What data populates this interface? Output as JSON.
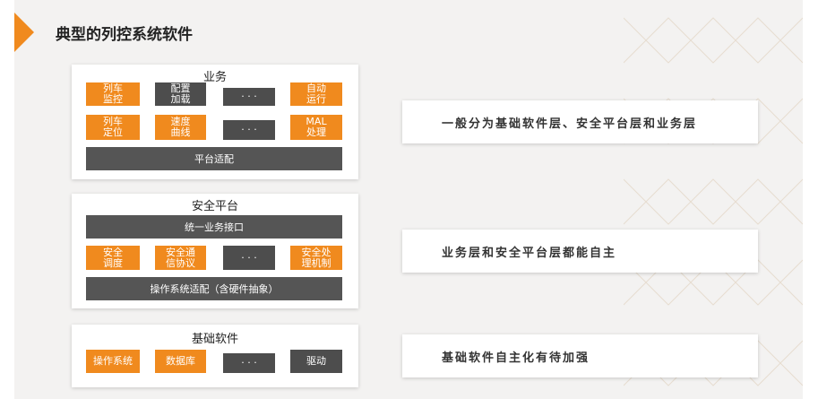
{
  "title": "典型的列控系统软件",
  "colors": {
    "accent": "#f08a1e",
    "dark": "#4d4d4d",
    "background": "#f3f2f1"
  },
  "layers": {
    "business": {
      "title": "业务",
      "modules": [
        "列车\n监控",
        "配置\n加载",
        "· · ·",
        "自动\n运行",
        "列车\n定位",
        "速度\n曲线",
        "· · ·",
        "MAL\n处理"
      ],
      "bar": "平台适配"
    },
    "safety": {
      "title": "安全平台",
      "top_bar": "统一业务接口",
      "modules": [
        "安全\n调度",
        "安全通\n信协议",
        "· · ·",
        "安全处\n理机制"
      ],
      "bottom_bar": "操作系统适配（含硬件抽象）"
    },
    "base": {
      "title": "基础软件",
      "modules": [
        "操作系统",
        "数据库",
        "· · ·",
        "驱动"
      ]
    }
  },
  "notes": [
    "一般分为基础软件层、安全平台层和业务层",
    "业务层和安全平台层都能自主",
    "基础软件自主化有待加强"
  ]
}
